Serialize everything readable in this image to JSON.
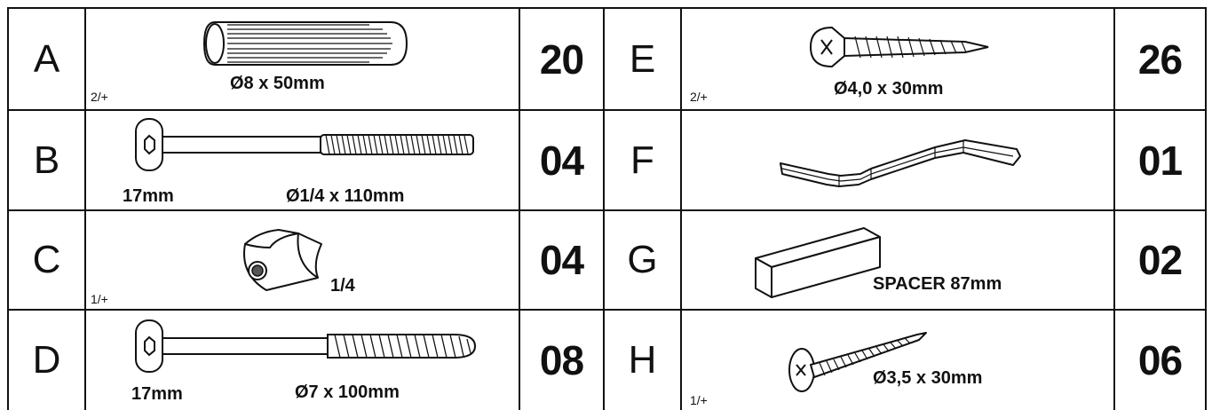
{
  "rows": [
    {
      "left": {
        "letter": "A",
        "size": "Ø8 x 50mm",
        "note": "2/+",
        "qty": "20",
        "icon": "wooden-dowel-icon"
      },
      "right": {
        "letter": "E",
        "size": "Ø4,0 x 30mm",
        "note": "2/+",
        "qty": "26",
        "icon": "countersunk-wood-screw-icon"
      }
    },
    {
      "left": {
        "letter": "B",
        "head": "17mm",
        "size": "Ø1/4 x 110mm",
        "qty": "04",
        "icon": "connector-bolt-icon"
      },
      "right": {
        "letter": "F",
        "qty": "01",
        "icon": "allen-key-icon"
      }
    },
    {
      "left": {
        "letter": "C",
        "size": "1/4",
        "note": "1/+",
        "qty": "04",
        "icon": "barrel-nut-icon"
      },
      "right": {
        "letter": "G",
        "size": "SPACER 87mm",
        "qty": "02",
        "icon": "wooden-spacer-block-icon"
      }
    },
    {
      "left": {
        "letter": "D",
        "head": "17mm",
        "size": "Ø7 x 100mm",
        "qty": "08",
        "icon": "connector-wood-screw-icon"
      },
      "right": {
        "letter": "H",
        "size": "Ø3,5 x 30mm",
        "note": "1/+",
        "qty": "06",
        "icon": "washer-head-screw-icon"
      }
    }
  ]
}
